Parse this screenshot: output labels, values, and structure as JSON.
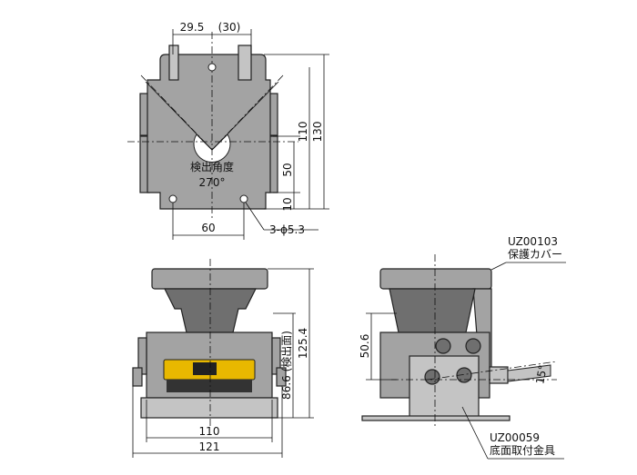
{
  "colors": {
    "body": "#a3a3a3",
    "dark": "#6f6f6f",
    "label_panel": "#e8b800",
    "line": "#111111"
  },
  "top_view": {
    "dims": {
      "offset_left": "29.5",
      "offset_right": "(30)",
      "height_110": "110",
      "height_130": "130",
      "height_50": "50",
      "height_10": "10",
      "width_60": "60",
      "holes": "3-ϕ5.3"
    },
    "detection_angle_label": "検出角度",
    "detection_angle_value": "270°"
  },
  "front_view": {
    "dims": {
      "width_110": "110",
      "width_121": "121",
      "height_86_6": "86.6 (検出面)",
      "height_125_4": "125.4"
    }
  },
  "side_view": {
    "dims": {
      "height_50_6": "50.6",
      "angle_15": "15°"
    },
    "cover_part_no": "UZ00103",
    "cover_name": "保護カバー",
    "bracket_part_no": "UZ00059",
    "bracket_name": "底面取付金具"
  }
}
